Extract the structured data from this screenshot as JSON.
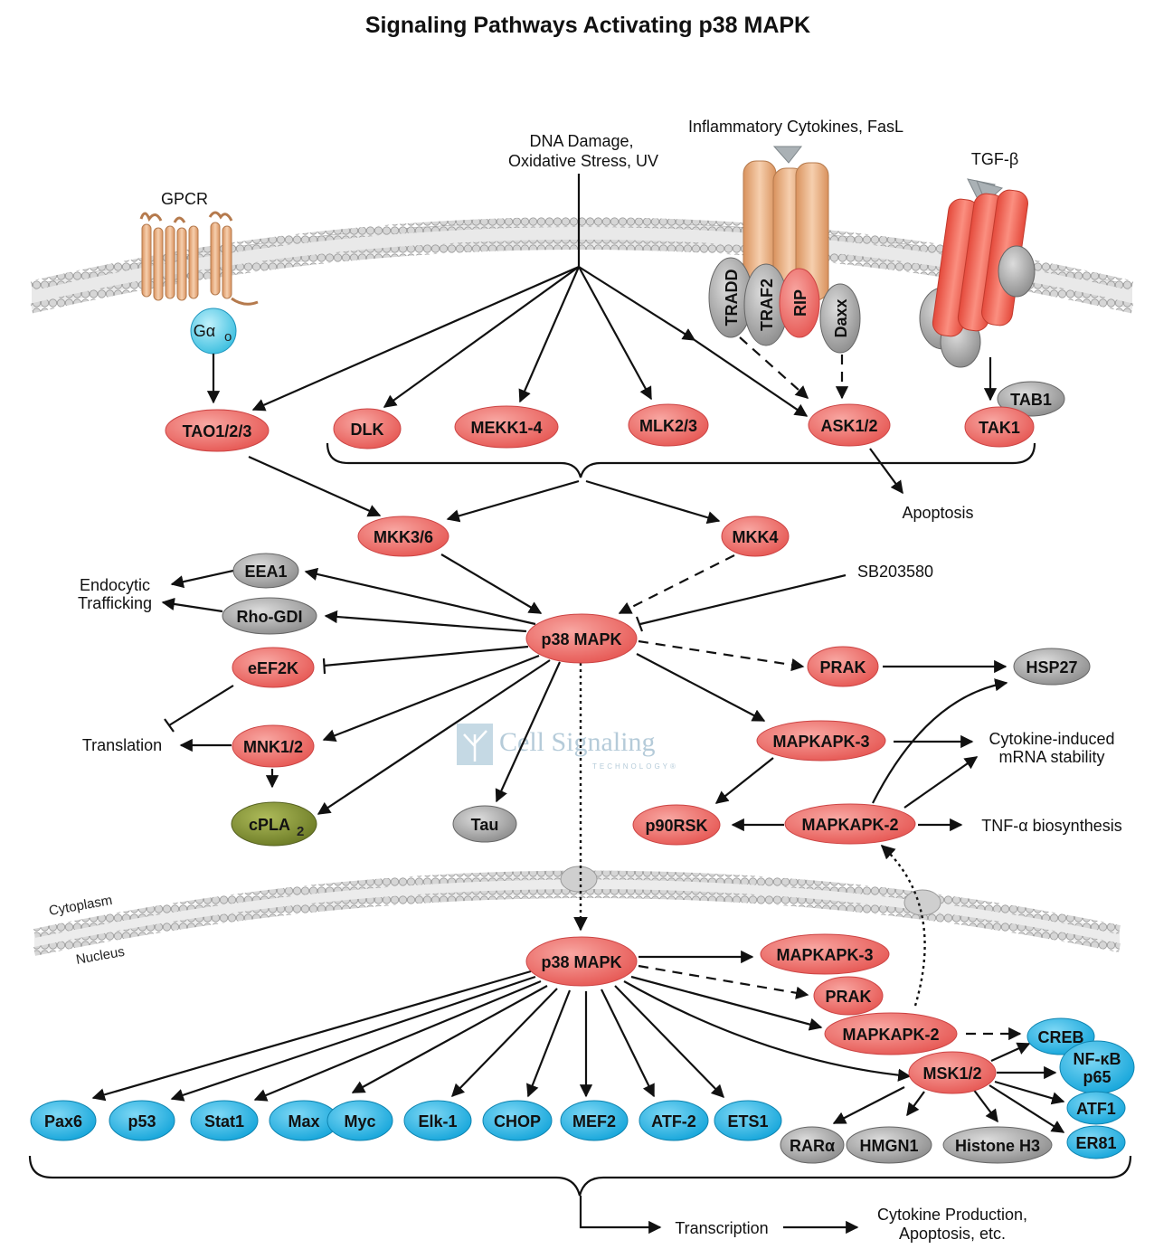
{
  "title": "Signaling Pathways Activating p38 MAPK",
  "watermark": {
    "brand": "Cell Signaling",
    "sub": "TECHNOLOGY®"
  },
  "colors": {
    "red": "#ef6b6a",
    "gray": "#9a9a9a",
    "blue": "#29b6e6",
    "olive": "#7c8a33",
    "receptor_tan": "#e9b48c",
    "receptor_red": "#f26a5a"
  },
  "labels": {
    "dna_damage_1": "DNA Damage,",
    "dna_damage_2": "Oxidative Stress, UV",
    "inflammatory": "Inflammatory Cytokines, FasL",
    "tgfb": "TGF-β",
    "gpcr": "GPCR",
    "apoptosis": "Apoptosis",
    "sb": "SB203580",
    "endocytic_1": "Endocytic",
    "endocytic_2": "Trafficking",
    "translation": "Translation",
    "cytokine_mrna_1": "Cytokine-induced",
    "cytokine_mrna_2": "mRNA stability",
    "tnf": "TNF-α biosynthesis",
    "cytoplasm": "Cytoplasm",
    "nucleus": "Nucleus",
    "transcription": "Transcription",
    "outcome_1": "Cytokine Production,",
    "outcome_2": "Apoptosis, etc."
  },
  "nodes": {
    "galpha": "Gα",
    "galpha_sub": "o",
    "tradd": "TRADD",
    "traf2": "TRAF2",
    "rip": "RIP",
    "daxx": "Daxx",
    "tab1": "TAB1",
    "tao": "TAO1/2/3",
    "dlk": "DLK",
    "mekk": "MEKK1-4",
    "mlk": "MLK2/3",
    "ask": "ASK1/2",
    "tak1": "TAK1",
    "mkk36": "MKK3/6",
    "mkk4": "MKK4",
    "eea1": "EEA1",
    "rhogdi": "Rho-GDI",
    "p38": "p38 MAPK",
    "eef2k": "eEF2K",
    "prak": "PRAK",
    "hsp27": "HSP27",
    "mnk": "MNK1/2",
    "mapkapk3": "MAPKAPK-3",
    "cpla2": "cPLA",
    "cpla2_sub": "2",
    "tau": "Tau",
    "p90rsk": "p90RSK",
    "mapkapk2": "MAPKAPK-2",
    "p38_nuc": "p38 MAPK",
    "mapkapk3_nuc": "MAPKAPK-3",
    "prak_nuc": "PRAK",
    "mapkapk2_nuc": "MAPKAPK-2",
    "creb": "CREB",
    "msk": "MSK1/2",
    "nfkb_1": "NF-κB",
    "nfkb_2": "p65",
    "atf1": "ATF1",
    "er81": "ER81",
    "pax6": "Pax6",
    "p53": "p53",
    "stat1": "Stat1",
    "max": "Max",
    "myc": "Myc",
    "elk1": "Elk-1",
    "chop": "CHOP",
    "mef2": "MEF2",
    "atf2": "ATF-2",
    "ets1": "ETS1",
    "rara": "RARα",
    "hmgn1": "HMGN1",
    "histone": "Histone H3"
  }
}
